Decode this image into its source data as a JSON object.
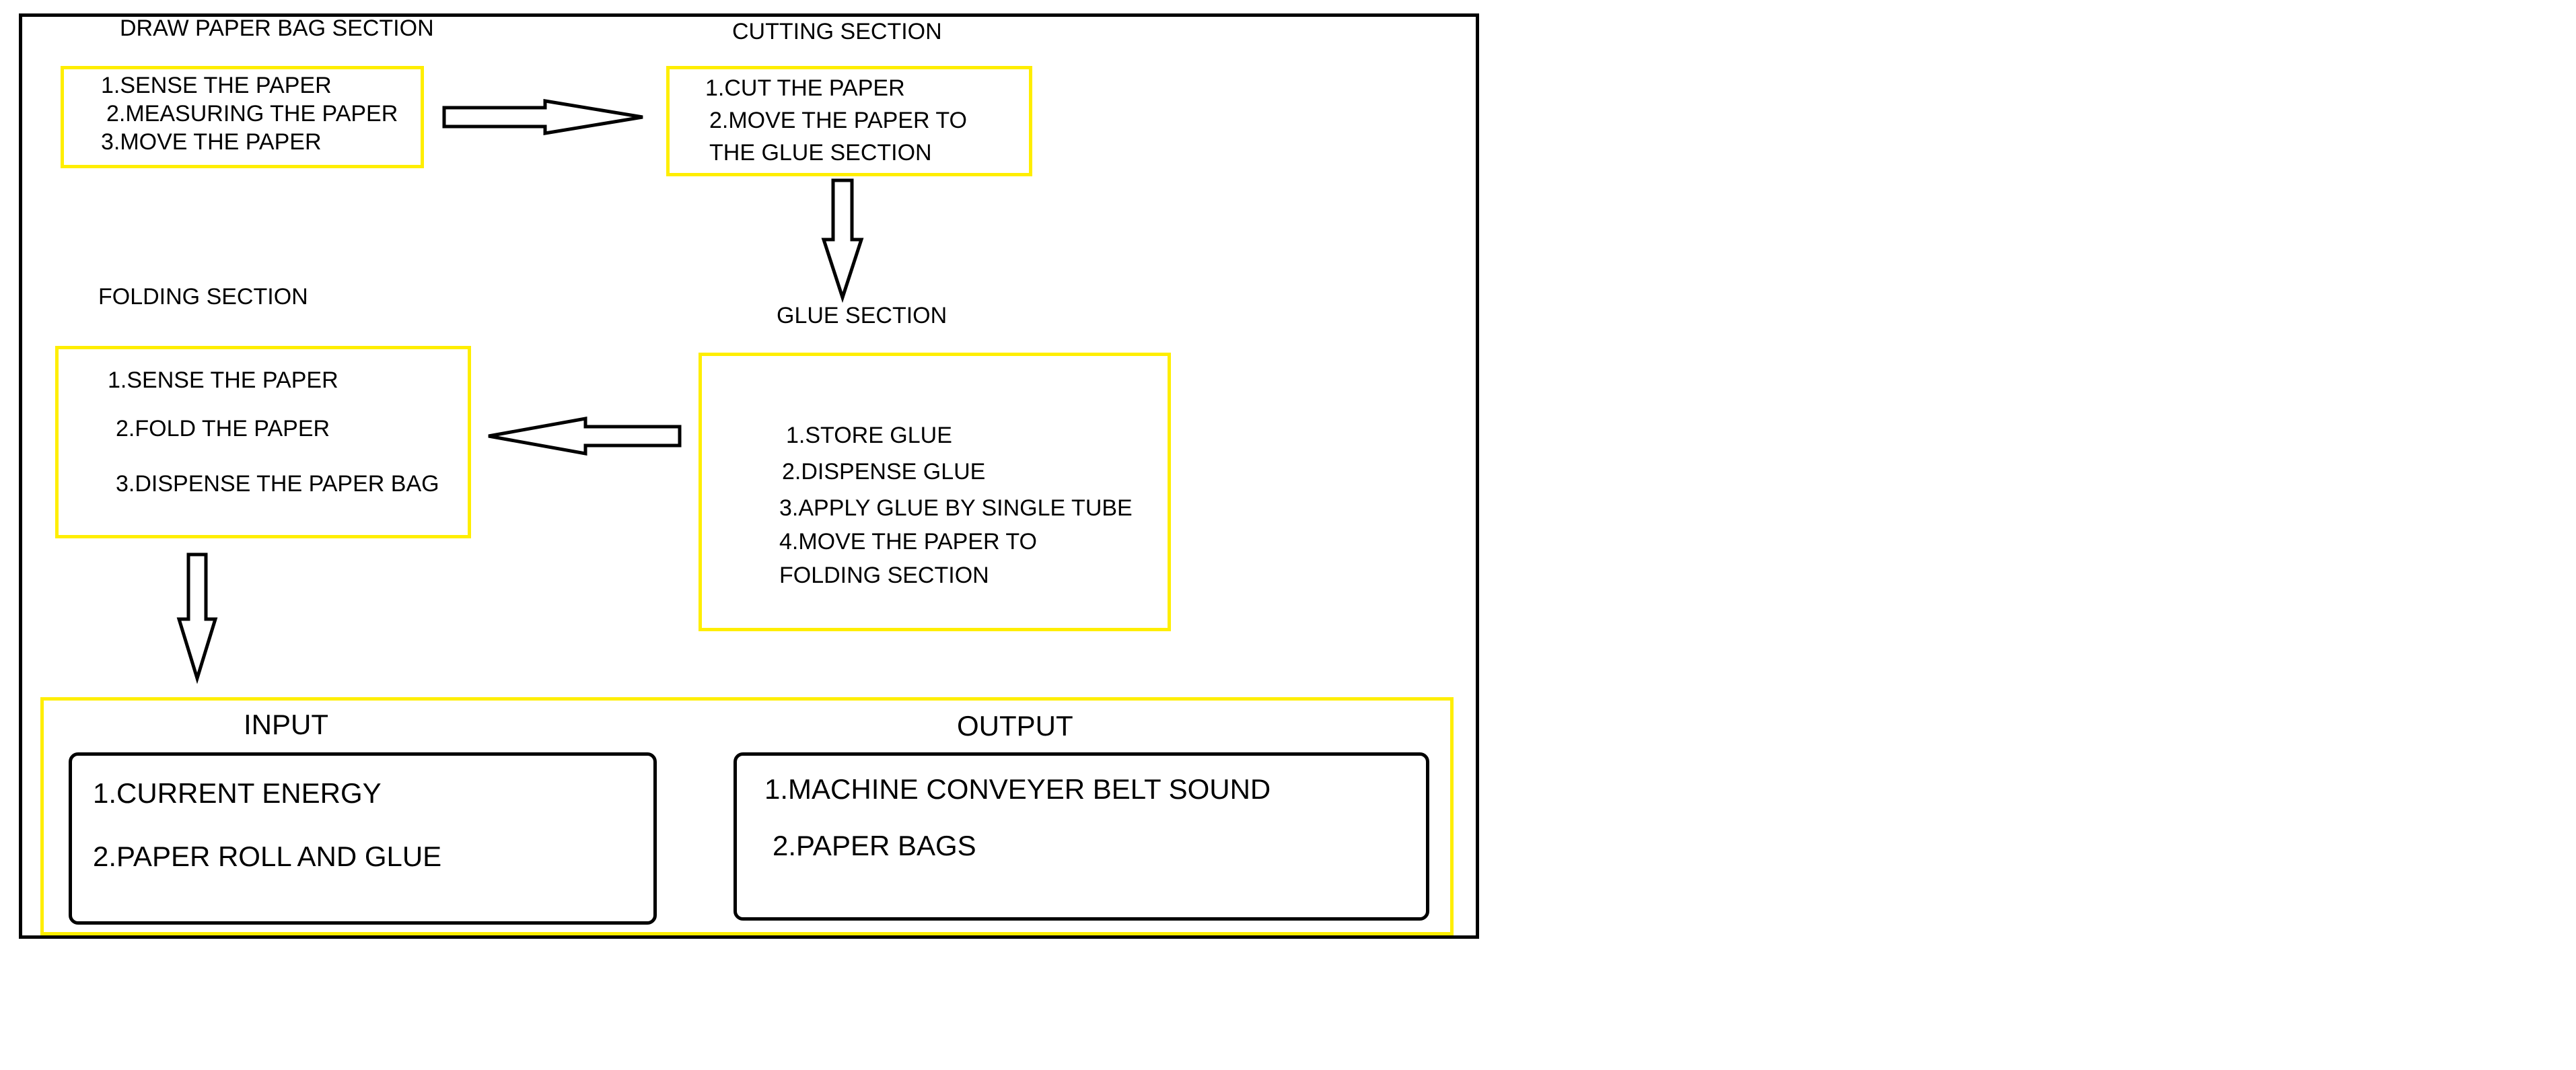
{
  "draw": {
    "title": "DRAW PAPER BAG SECTION",
    "items": [
      "1.SENSE THE PAPER",
      "2.MEASURING THE PAPER",
      "3.MOVE THE PAPER"
    ]
  },
  "cutting": {
    "title": "CUTTING SECTION",
    "items": [
      "1.CUT THE PAPER",
      "2.MOVE THE PAPER TO",
      "THE GLUE SECTION"
    ]
  },
  "folding": {
    "title": "FOLDING SECTION",
    "items": [
      "1.SENSE THE PAPER",
      "2.FOLD THE PAPER",
      "3.DISPENSE THE PAPER BAG"
    ]
  },
  "glue": {
    "title": "GLUE SECTION",
    "items": [
      "1.STORE GLUE",
      "2.DISPENSE GLUE",
      "3.APPLY GLUE BY SINGLE TUBE",
      "4.MOVE THE PAPER TO",
      "FOLDING SECTION"
    ]
  },
  "input": {
    "title": "INPUT",
    "items": [
      "1.CURRENT ENERGY",
      "2.PAPER ROLL AND GLUE"
    ]
  },
  "output": {
    "title": "OUTPUT",
    "items": [
      "1.MACHINE CONVEYER BELT SOUND",
      "2.PAPER BAGS"
    ]
  },
  "colors": {
    "section_border": "#ffee00",
    "frame_border": "#000000",
    "arrow_fill": "#ffffff"
  }
}
